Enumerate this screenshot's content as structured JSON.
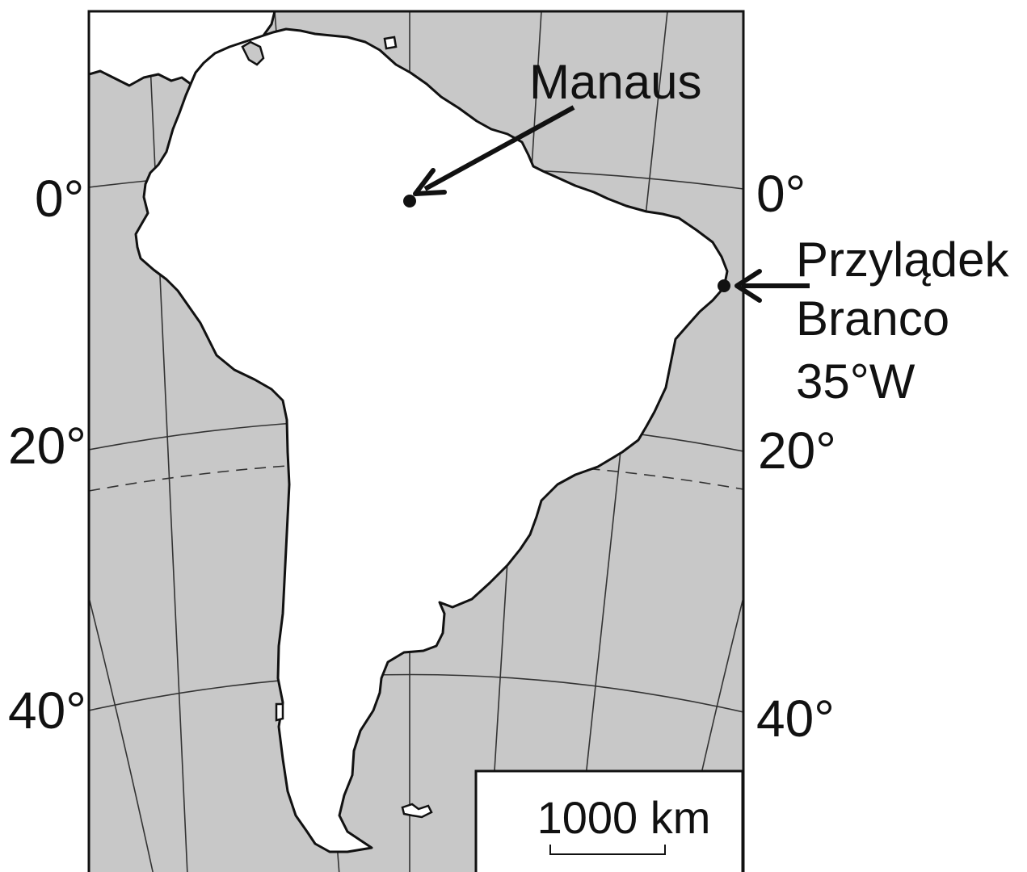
{
  "map": {
    "colors": {
      "ocean": "#c8c8c8",
      "land": "#ffffff",
      "outline": "#111111",
      "graticule": "#333333"
    },
    "latitude_labels": {
      "left": [
        "0°",
        "20°",
        "40°"
      ],
      "right": [
        "0°",
        "20°",
        "40°"
      ]
    },
    "places": {
      "manaus": {
        "name": "Manaus"
      },
      "cape": {
        "name_line1": "Przylądek",
        "name_line2": "Branco",
        "longitude": "35°W"
      }
    },
    "scale_bar": {
      "label": "1000 km"
    }
  }
}
